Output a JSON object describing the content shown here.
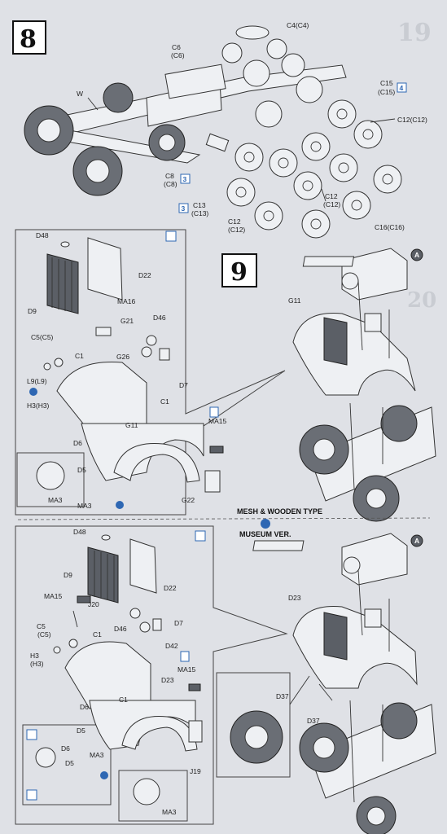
{
  "page_number": "19",
  "ghost_number": "20",
  "steps": [
    "8",
    "9"
  ],
  "step8": {
    "labels": [
      "C4(C4)",
      "C6",
      "(C6)",
      "W",
      "C15",
      "(C15)",
      "4",
      "C12(C12)",
      "C8",
      "(C8)",
      "3",
      "C13",
      "(C13)",
      "3",
      "C12",
      "(C12)",
      "C12",
      "(C12)",
      "C16(C16)"
    ]
  },
  "step9_mesh": {
    "labels": [
      "D48",
      "D22",
      "D9",
      "MA16",
      "D46",
      "G21",
      "C5(C5)",
      "C1",
      "G26",
      "D7",
      "L9(L9)",
      "H3(H3)",
      "C1",
      "G11",
      "MA15",
      "D6",
      "D5",
      "MA3",
      "MA3",
      "G22",
      "G11",
      "A"
    ]
  },
  "variant_labels": {
    "mesh_wooden": "MESH & WOODEN  TYPE",
    "museum": "MUSEUM VER."
  },
  "step9_museum": {
    "labels": [
      "D48",
      "D9",
      "D22",
      "MA15",
      "J20",
      "C5",
      "(C5)",
      "C1",
      "D46",
      "D7",
      "H3",
      "(H3)",
      "D42",
      "MA15",
      "C1",
      "D23",
      "D6",
      "D5",
      "D6",
      "D5",
      "MA3",
      "J19",
      "MA3",
      "D23",
      "D37",
      "D37",
      "A"
    ]
  },
  "colors": {
    "accent_blue": "#2e67b3",
    "paper": "#dfe1e6",
    "ink": "#222222"
  }
}
